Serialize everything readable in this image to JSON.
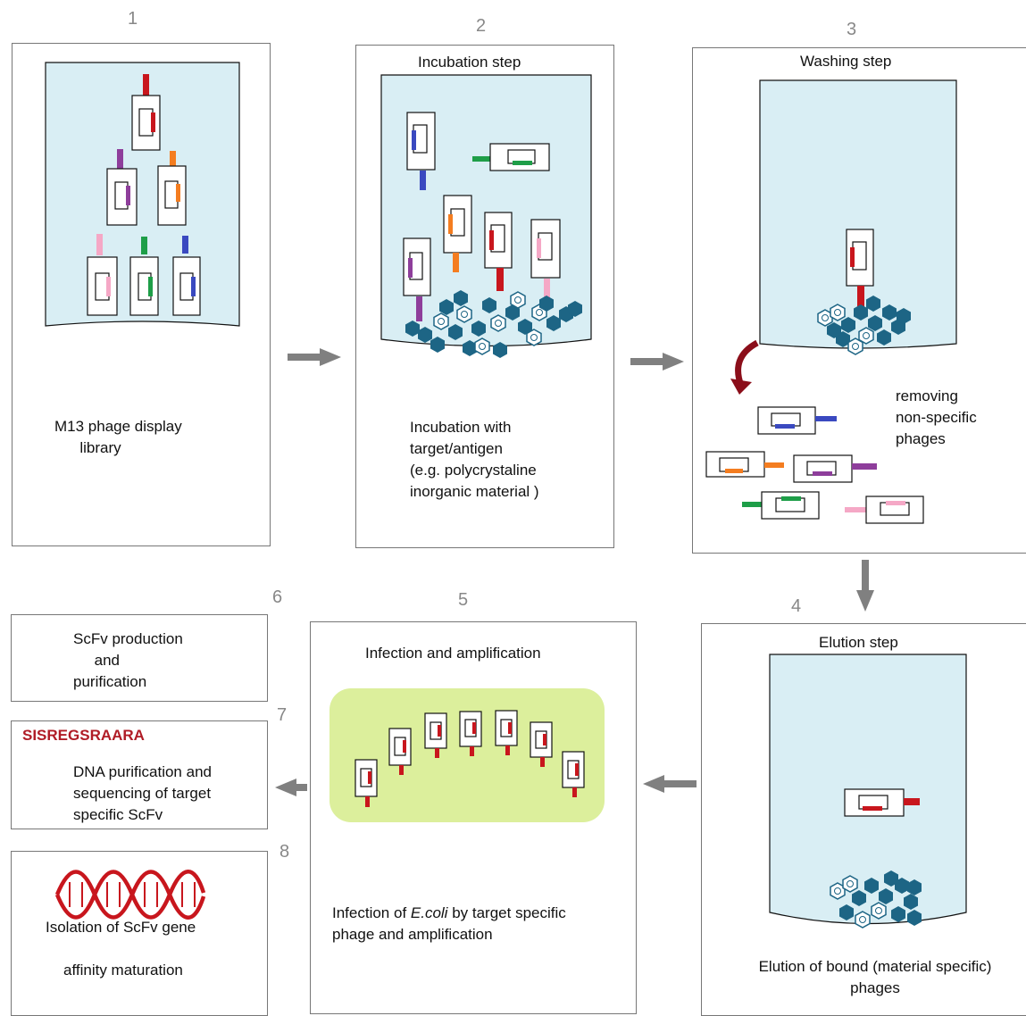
{
  "steps": {
    "n1": "1",
    "n2": "2",
    "n3": "3",
    "n4": "4",
    "n5": "5",
    "n6": "6",
    "n7": "7",
    "n8": "8"
  },
  "panel1": {
    "caption": "M13 phage display\n      library"
  },
  "panel2": {
    "title": "Incubation step",
    "caption": "Incubation with\ntarget/antigen\n(e.g. polycrystaline\ninorganic material )"
  },
  "panel3": {
    "title": "Washing step",
    "caption": "removing\nnon-specific\nphages"
  },
  "panel4": {
    "title": "Elution step",
    "caption": "Elution of bound (material specific)\nphages"
  },
  "panel5": {
    "title": "Infection and amplification",
    "caption_pre": "Infection of ",
    "caption_italic": "E.coli",
    "caption_post": " by target specific\nphage and amplification"
  },
  "panel6": {
    "caption": "ScFv production\n     and\npurification"
  },
  "panel7": {
    "sequence": "SISREGSRAARA",
    "caption": "DNA purification and\nsequencing of target\nspecific ScFv"
  },
  "panel8": {
    "caption1": "Isolation of ScFv gene",
    "caption2": "affinity maturation"
  },
  "colors": {
    "red": "#c8161d",
    "purple": "#8e3e9b",
    "orange": "#f47d20",
    "pink": "#f5a8c6",
    "green": "#1e9e48",
    "blue": "#3a49c0",
    "tube": "#d9eef4",
    "crystal": "#1d6585",
    "arrow": "#808080",
    "dish": "#dcef9c",
    "dna": "#c8161d"
  }
}
